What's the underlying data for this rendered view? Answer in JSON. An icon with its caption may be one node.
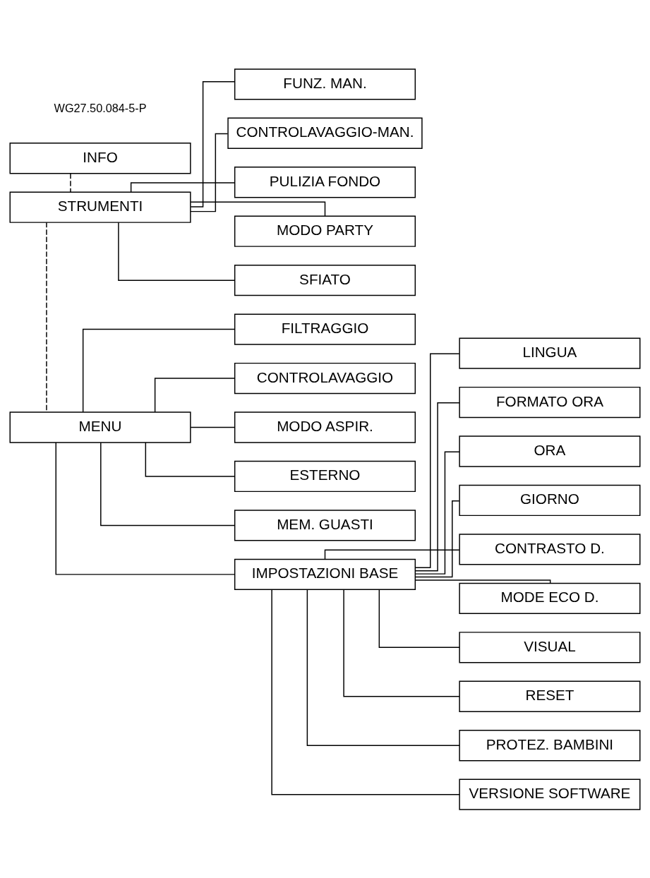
{
  "diagram": {
    "nodes": [
      {
        "text": [
          "INFO"
        ]
      },
      {
        "text": [
          "STRUMENTI"
        ]
      },
      {
        "text": [
          "FUNZ. MAN."
        ]
      },
      {
        "text": [
          "CONTROLAVAGGIO-MAN."
        ]
      },
      {
        "text": [
          "PULIZIA FONDO"
        ]
      },
      {
        "text": [
          "MODO PARTY"
        ]
      },
      {
        "text": [
          "SFIATO"
        ]
      },
      {
        "text": [
          "MENU"
        ]
      },
      {
        "text": [
          "FILTRAGGIO"
        ]
      },
      {
        "text": [
          "CONTROLAVAGGIO"
        ]
      },
      {
        "text": [
          "MODO ASPIR."
        ]
      },
      {
        "text": [
          "ESTERNO"
        ]
      },
      {
        "text": [
          "MEM. GUASTI"
        ]
      },
      {
        "text": [
          "IMPOSTAZIONI BASE"
        ]
      },
      {
        "text": [
          "LINGUA"
        ]
      },
      {
        "text": [
          "FORMATO ORA"
        ]
      },
      {
        "text": [
          "ORA"
        ]
      },
      {
        "text": [
          "GIORNO"
        ]
      },
      {
        "text": [
          "CONTRASTO D."
        ]
      },
      {
        "text": [
          "MODE ECO D."
        ]
      },
      {
        "text": [
          "VISUAL"
        ]
      },
      {
        "text": [
          "RESET"
        ]
      },
      {
        "text": [
          "PROTEZ. BAMBINI"
        ]
      },
      {
        "text": [
          "VERSIONE SOFTWARE"
        ]
      }
    ],
    "edges": [
      {
        "from": 0,
        "to": 1,
        "arrow": "none",
        "style": "dashed"
      },
      {
        "from": 1,
        "to": 7,
        "arrow": "none",
        "style": "dashed"
      },
      {
        "from": 1,
        "to": 2,
        "arrow": "none"
      },
      {
        "from": 1,
        "to": 3,
        "arrow": "none"
      },
      {
        "from": 1,
        "to": 4,
        "arrow": "none"
      },
      {
        "from": 1,
        "to": 5,
        "arrow": "none"
      },
      {
        "from": 1,
        "to": 6,
        "arrow": "none"
      },
      {
        "from": 7,
        "to": 8,
        "arrow": "none"
      },
      {
        "from": 7,
        "to": 9,
        "arrow": "none"
      },
      {
        "from": 7,
        "to": 10,
        "arrow": "none"
      },
      {
        "from": 7,
        "to": 11,
        "arrow": "none"
      },
      {
        "from": 7,
        "to": 12,
        "arrow": "none"
      },
      {
        "from": 7,
        "to": 13,
        "arrow": "none"
      },
      {
        "from": 13,
        "to": 14,
        "arrow": "none"
      },
      {
        "from": 13,
        "to": 15,
        "arrow": "none"
      },
      {
        "from": 13,
        "to": 16,
        "arrow": "none"
      },
      {
        "from": 13,
        "to": 17,
        "arrow": "none"
      },
      {
        "from": 13,
        "to": 18,
        "arrow": "none"
      },
      {
        "from": 13,
        "to": 19,
        "arrow": "none"
      },
      {
        "from": 13,
        "to": 20,
        "arrow": "none"
      },
      {
        "from": 13,
        "to": 21,
        "arrow": "none"
      },
      {
        "from": 13,
        "to": 22,
        "arrow": "none"
      },
      {
        "from": 13,
        "to": 23,
        "arrow": "none"
      }
    ],
    "labels": [
      "WG27.50.084-5-P"
    ]
  }
}
